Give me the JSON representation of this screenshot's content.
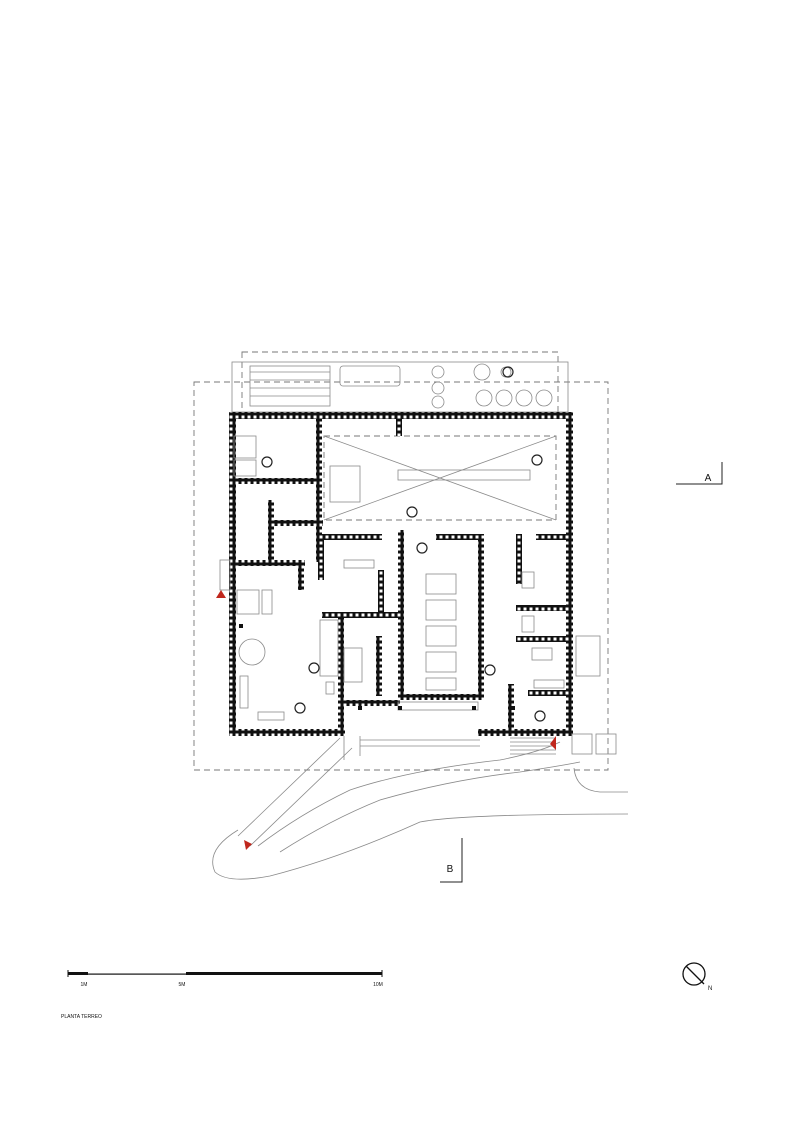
{
  "section_marks": {
    "a": "A",
    "b": "B"
  },
  "scale_bar": {
    "labels": [
      "1M",
      "5M",
      "10M"
    ]
  },
  "north_label": "N",
  "caption": "PLANTA TERREO",
  "colors": {
    "wall": "#111111",
    "entry_marker": "#c0271d",
    "line": "#8a8a8a"
  }
}
